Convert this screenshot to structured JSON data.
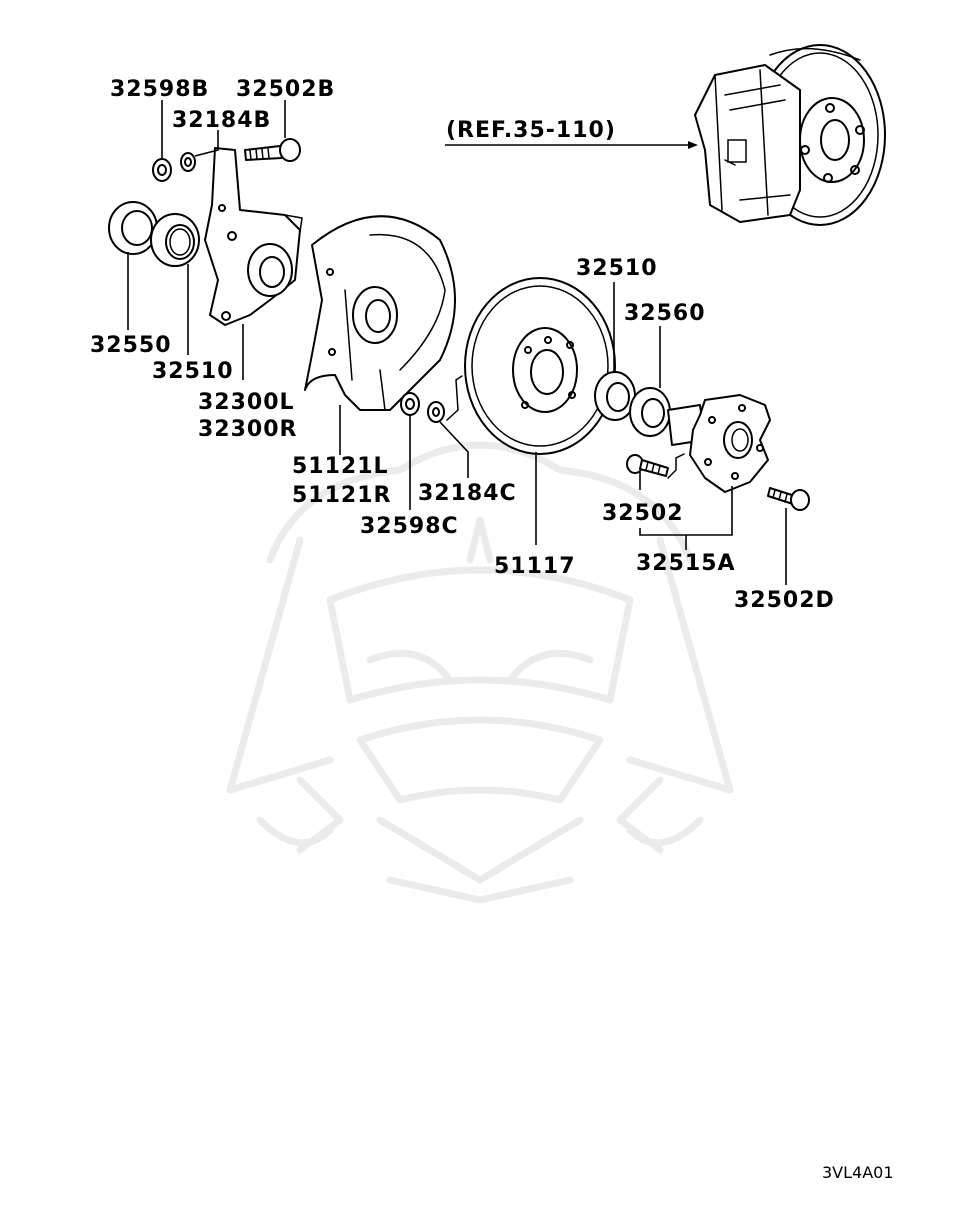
{
  "diagram": {
    "reference_label": "(REF.35-110)",
    "diagram_code": "3VL4A01",
    "parts": [
      {
        "id": "p_32598B",
        "label": "32598B"
      },
      {
        "id": "p_32502B",
        "label": "32502B"
      },
      {
        "id": "p_32184B",
        "label": "32184B"
      },
      {
        "id": "p_32550",
        "label": "32550"
      },
      {
        "id": "p_32510a",
        "label": "32510"
      },
      {
        "id": "p_32300L",
        "label": "32300L"
      },
      {
        "id": "p_32300R",
        "label": "32300R"
      },
      {
        "id": "p_51121L",
        "label": "51121L"
      },
      {
        "id": "p_51121R",
        "label": "51121R"
      },
      {
        "id": "p_32598C",
        "label": "32598C"
      },
      {
        "id": "p_32184C",
        "label": "32184C"
      },
      {
        "id": "p_51117",
        "label": "51117"
      },
      {
        "id": "p_32510b",
        "label": "32510"
      },
      {
        "id": "p_32560",
        "label": "32560"
      },
      {
        "id": "p_32502",
        "label": "32502"
      },
      {
        "id": "p_32515A",
        "label": "32515A"
      },
      {
        "id": "p_32502D",
        "label": "32502D"
      }
    ]
  }
}
